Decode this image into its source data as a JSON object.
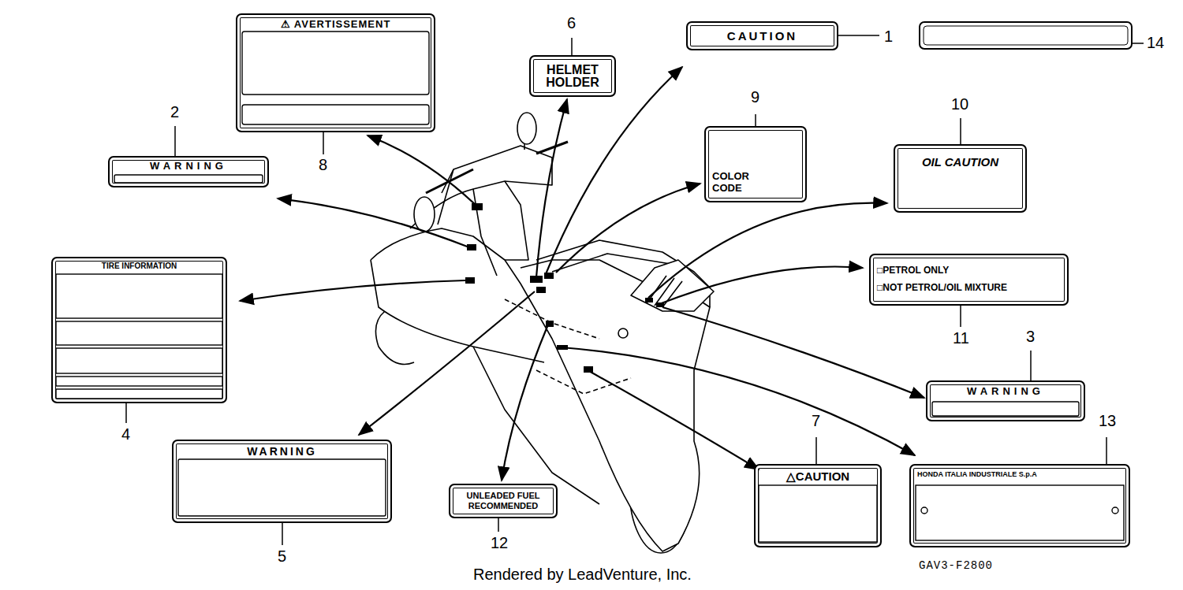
{
  "diagram": {
    "nodes": [
      {
        "text": [
          "⚠ AVERTISSEMENT"
        ]
      },
      {
        "text": [
          "HELMET HOLDER"
        ]
      },
      {
        "text": [
          "CAUTION"
        ]
      },
      {
        "text": [
          "WARNING"
        ]
      },
      {
        "text": [
          "COLOR CODE"
        ]
      },
      {
        "text": [
          "OIL CAUTION"
        ]
      },
      {
        "text": [
          "TIRE INFORMATION"
        ]
      },
      {
        "text": [
          "□PETROL ONLY",
          "□NOT PETROL/OIL MIXTURE"
        ]
      },
      {
        "text": [
          "WARNING"
        ]
      },
      {
        "text": [
          "WARNING"
        ]
      },
      {
        "text": [
          "UNLEADED FUEL RECOMMENDED"
        ]
      },
      {
        "text": [
          "△CAUTION"
        ]
      },
      {
        "text": [
          "HONDA ITALIA INDUSTRIALE S.p.A"
        ]
      }
    ],
    "labels": [
      "6",
      "1",
      "14",
      "2",
      "8",
      "9",
      "10",
      "4",
      "11",
      "3",
      "13",
      "7",
      "5",
      "12",
      "Rendered by LeadVenture, Inc.",
      "GAV3-F2800"
    ]
  }
}
